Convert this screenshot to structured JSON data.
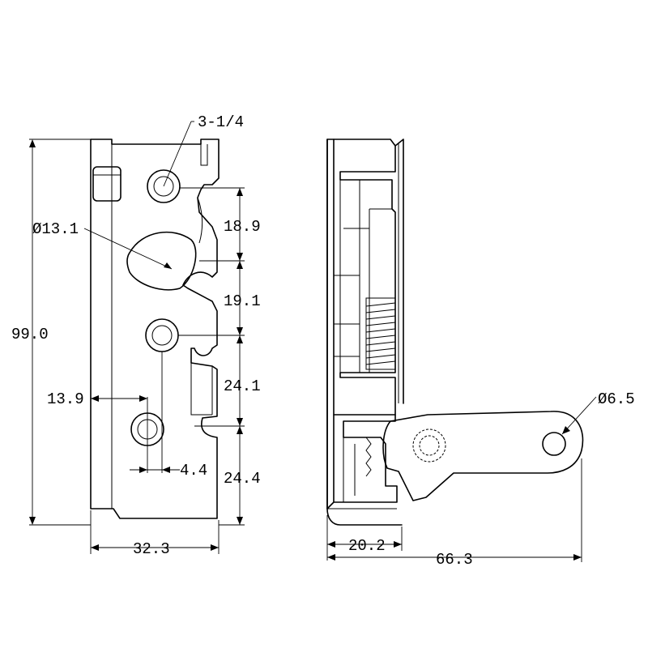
{
  "dimensions": {
    "hole_size": "3-1/4",
    "hole_diameter": "Ø13.1",
    "overall_height": "99.0",
    "spacing_1": "18.9",
    "spacing_2": "19.1",
    "spacing_3": "24.1",
    "spacing_4": "24.4",
    "hole_offset": "13.9",
    "hole_shift": "4.4",
    "width_front": "32.3",
    "pin_diameter": "Ø6.5",
    "depth_side": "20.2",
    "overall_length": "66.3"
  },
  "colors": {
    "line": "#000000",
    "background": "#ffffff"
  }
}
